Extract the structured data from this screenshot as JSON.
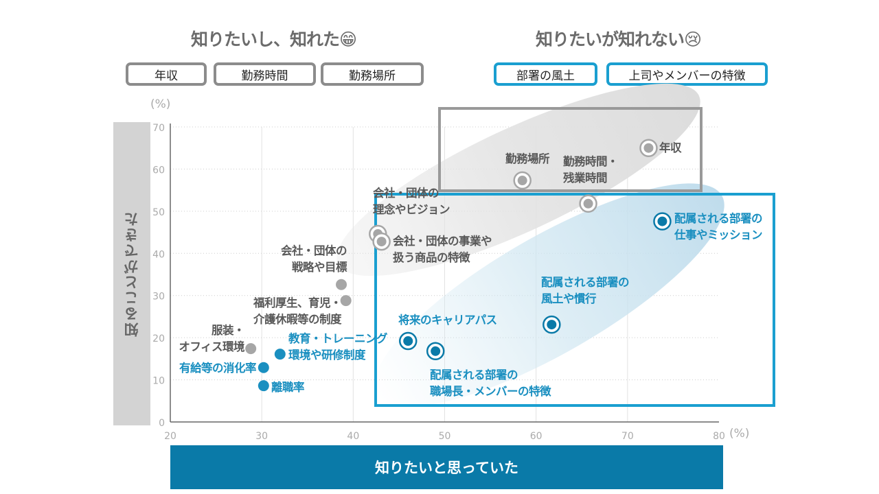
{
  "headers": {
    "left_title": "知りたいし、知れた😁",
    "right_title": "知りたいが知れない😢",
    "left_tags": [
      "年収",
      "勤務時間",
      "勤務場所"
    ],
    "right_tags": [
      "部署の風土",
      "上司やメンバーの特徴"
    ]
  },
  "colors": {
    "gray_point": "#a6a6a6",
    "blue_point": "#1a8fc0",
    "blue_highlight": "#0a7aa8",
    "gray_text": "#595959",
    "blue_text": "#1a8fc0"
  },
  "chart_data": {
    "type": "scatter",
    "xlabel": "知りたいと思っていた",
    "ylabel": "知ることができた",
    "x_unit": "(%)",
    "y_unit": "(%)",
    "xlim": [
      20,
      80
    ],
    "ylim": [
      0,
      70
    ],
    "xticks": [
      "20",
      "30",
      "40",
      "50",
      "60",
      "70",
      "80"
    ],
    "yticks": [
      "0",
      "10",
      "20",
      "30",
      "40",
      "50",
      "60",
      "70"
    ],
    "grid": true,
    "points": [
      {
        "label": "年収",
        "x": 72.3,
        "y": 65.0,
        "group": "gray",
        "ringed": true
      },
      {
        "label": "勤務場所",
        "x": 58.5,
        "y": 57.3,
        "group": "gray",
        "ringed": true
      },
      {
        "label": "勤務時間・\n残業時間",
        "x": 65.7,
        "y": 51.8,
        "group": "gray",
        "ringed": true
      },
      {
        "label": "会社・団体の\n理念やビジョン",
        "x": 42.7,
        "y": 44.6,
        "group": "gray",
        "ringed": true
      },
      {
        "label": "会社・団体の事業や\n扱う商品の特徴",
        "x": 43.1,
        "y": 42.8,
        "group": "gray",
        "ringed": true
      },
      {
        "label": "会社・団体の\n戦略や目標",
        "x": 38.7,
        "y": 32.6,
        "group": "gray",
        "ringed": false
      },
      {
        "label": "福利厚生、育児・\n介護休暇等の制度",
        "x": 39.2,
        "y": 28.8,
        "group": "gray",
        "ringed": false
      },
      {
        "label": "服装・\nオフィス環境",
        "x": 28.8,
        "y": 17.4,
        "group": "gray",
        "ringed": false
      },
      {
        "label": "教育・トレーニング\n環境や研修制度",
        "x": 32.0,
        "y": 16.1,
        "group": "blue",
        "ringed": false
      },
      {
        "label": "有給等の消化率",
        "x": 30.2,
        "y": 12.9,
        "group": "blue",
        "ringed": false
      },
      {
        "label": "離職率",
        "x": 30.2,
        "y": 8.6,
        "group": "blue",
        "ringed": false
      },
      {
        "label": "配属される部署の\n仕事やミッション",
        "x": 73.8,
        "y": 47.6,
        "group": "blue",
        "ringed": true
      },
      {
        "label": "配属される部署の\n風土や慣行",
        "x": 61.7,
        "y": 23.1,
        "group": "blue",
        "ringed": true
      },
      {
        "label": "将来のキャリアパス",
        "x": 46.0,
        "y": 19.2,
        "group": "blue",
        "ringed": true
      },
      {
        "label": "配属される部署の\n職場長・メンバーの特徴",
        "x": 49.0,
        "y": 16.8,
        "group": "blue",
        "ringed": true
      }
    ]
  }
}
